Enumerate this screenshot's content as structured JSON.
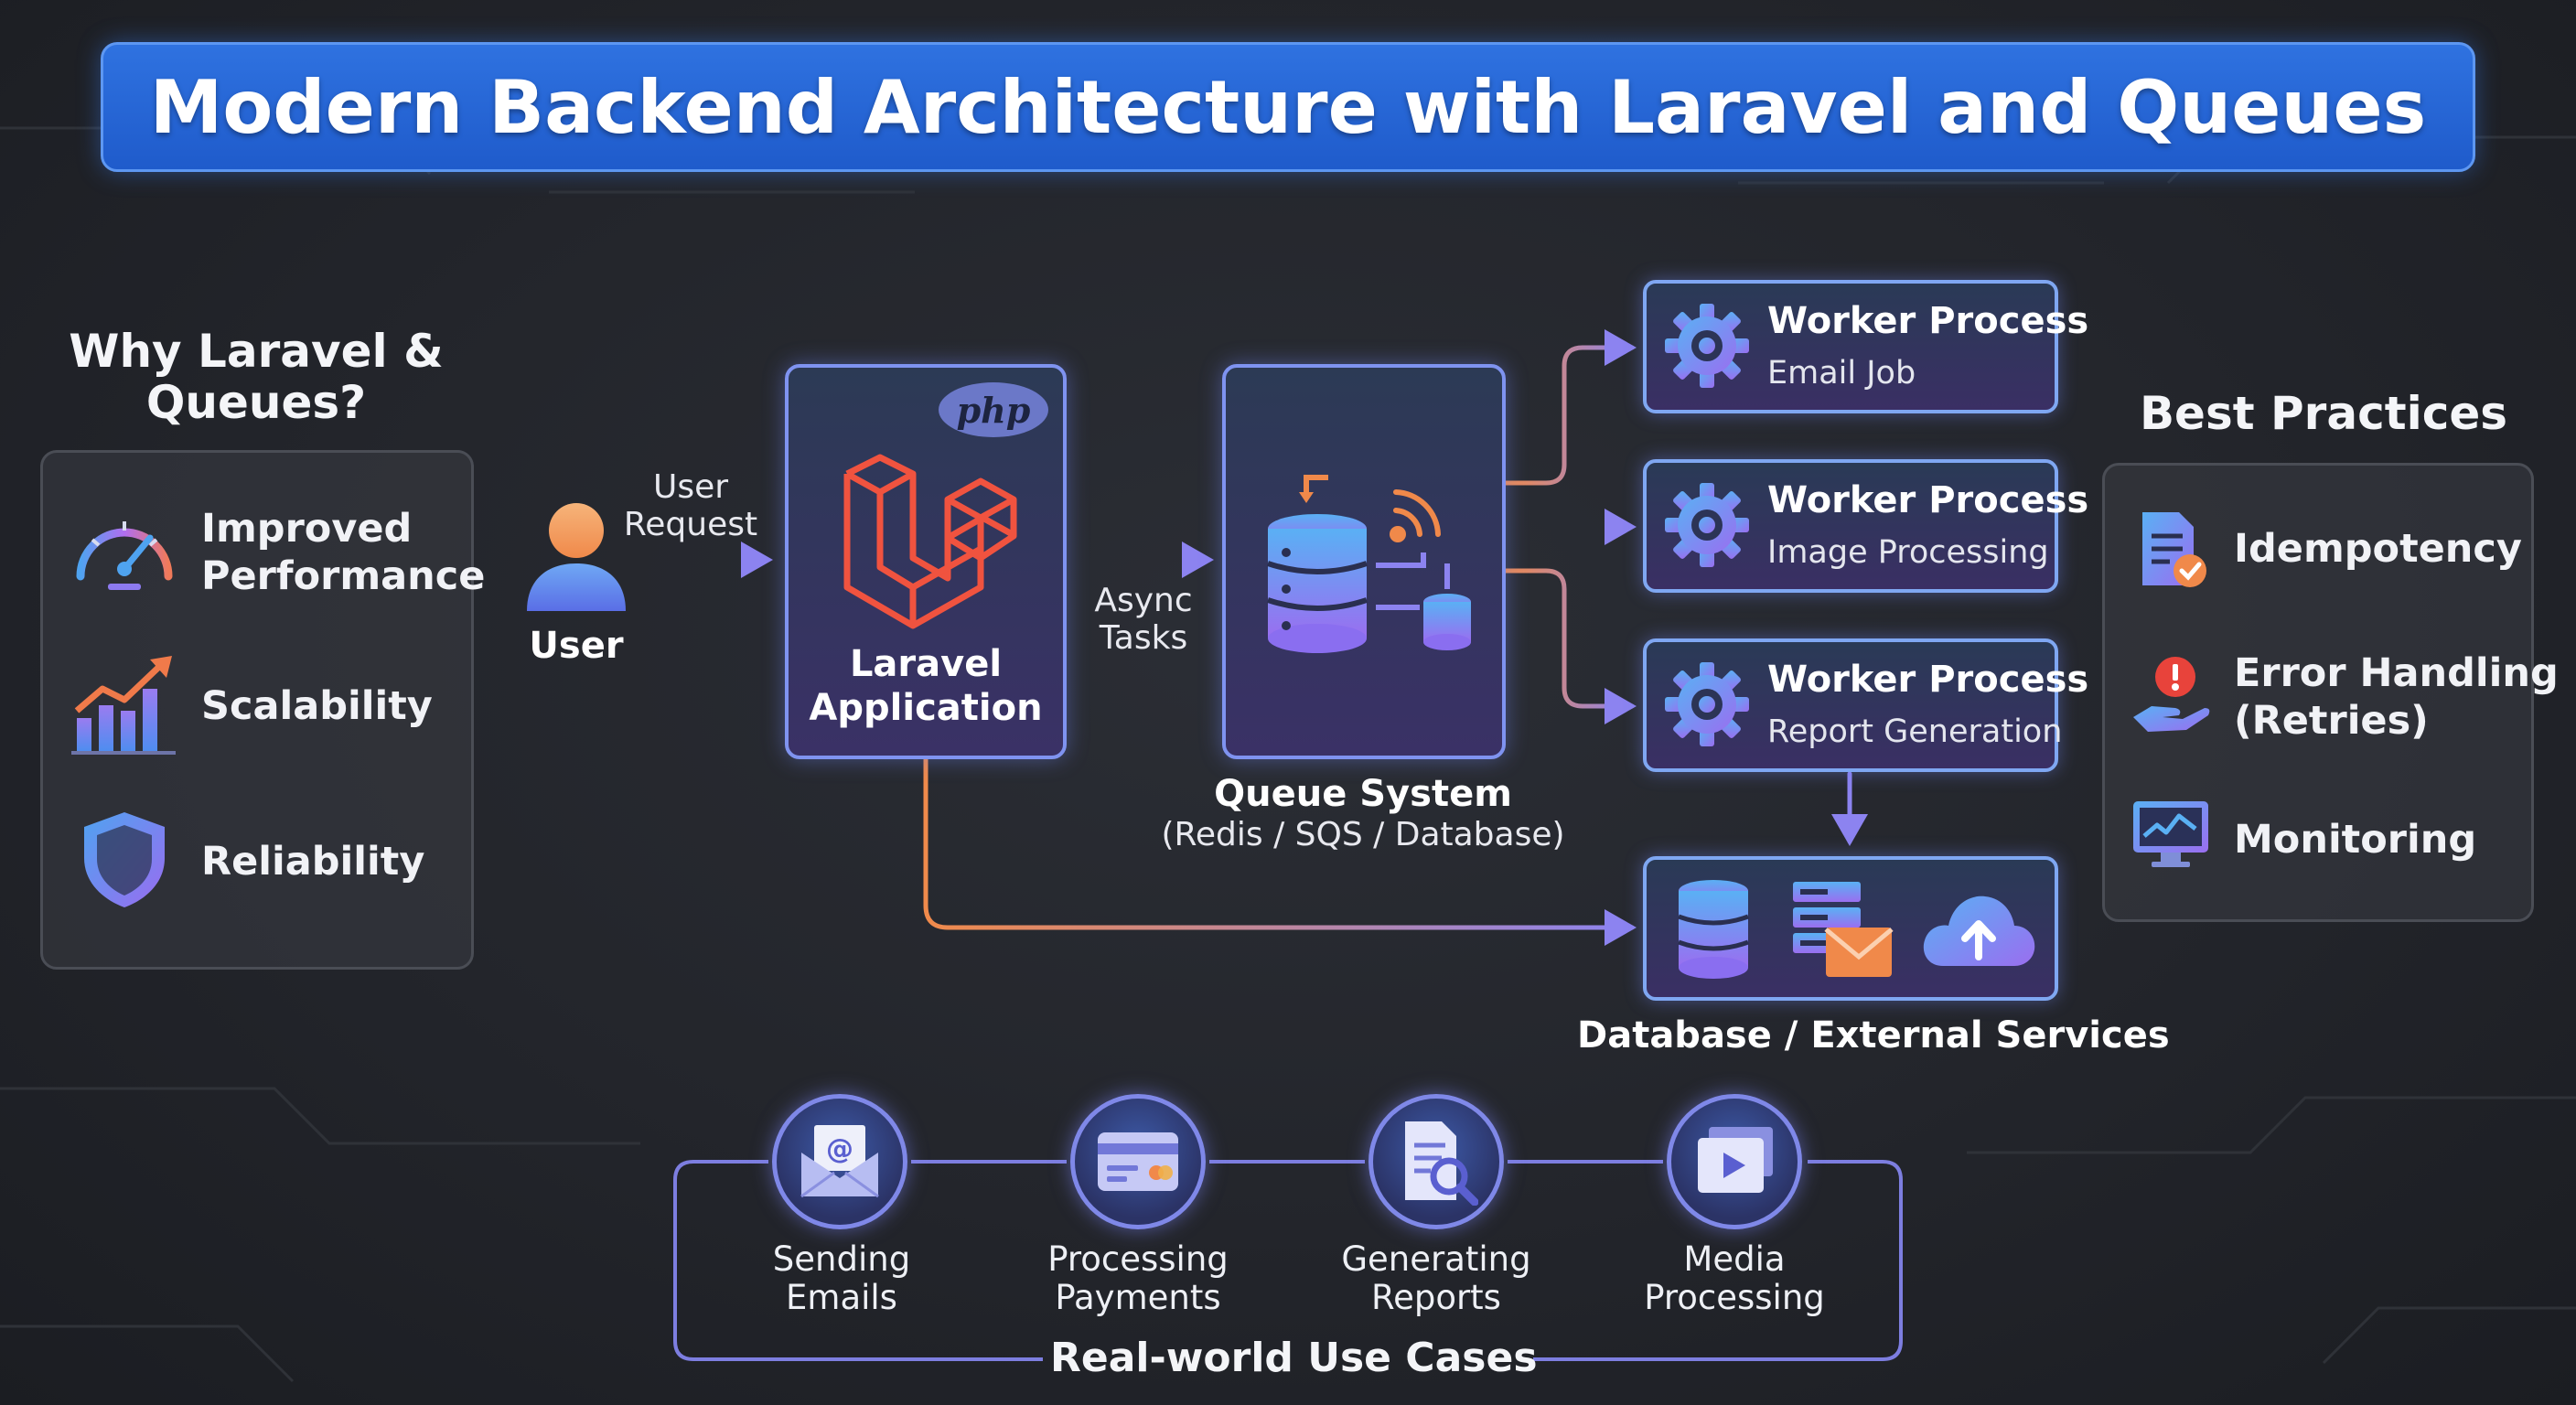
{
  "title": "Modern Backend Architecture with Laravel and Queues",
  "why": {
    "heading": "Why Laravel &\nQueues?",
    "items": [
      {
        "label": "Improved\nPerformance",
        "icon": "speedometer-icon"
      },
      {
        "label": "Scalability",
        "icon": "growth-chart-icon"
      },
      {
        "label": "Reliability",
        "icon": "shield-icon"
      }
    ]
  },
  "flow": {
    "user_label": "User",
    "user_request_label": "User\nRequest",
    "php_badge": "php",
    "laravel_label": "Laravel\nApplication",
    "async_label": "Async\nTasks",
    "queue_title": "Queue System",
    "queue_subtitle": "(Redis / SQS / Database)",
    "workers": [
      {
        "title": "Worker Process",
        "subtitle": "Email Job"
      },
      {
        "title": "Worker Process",
        "subtitle": "Image Processing"
      },
      {
        "title": "Worker Process",
        "subtitle": "Report Generation"
      }
    ],
    "db_label": "Database / External Services"
  },
  "best_practices": {
    "heading": "Best Practices",
    "items": [
      {
        "label": "Idempotency",
        "icon": "document-check-icon"
      },
      {
        "label": "Error Handling\n(Retries)",
        "icon": "alert-hand-icon"
      },
      {
        "label": "Monitoring",
        "icon": "monitor-chart-icon"
      }
    ]
  },
  "use_cases": {
    "heading": "Real-world Use Cases",
    "items": [
      {
        "label": "Sending\nEmails",
        "icon": "email-icon"
      },
      {
        "label": "Processing\nPayments",
        "icon": "credit-card-icon"
      },
      {
        "label": "Generating\nReports",
        "icon": "report-search-icon"
      },
      {
        "label": "Media\nProcessing",
        "icon": "media-play-icon"
      }
    ]
  },
  "colors": {
    "title_bar": "#2566d8",
    "orange_line": "#f08a4b",
    "purple_line": "#8c83f0",
    "node_border": "#7f93f0",
    "laravel_red": "#f0533f"
  }
}
